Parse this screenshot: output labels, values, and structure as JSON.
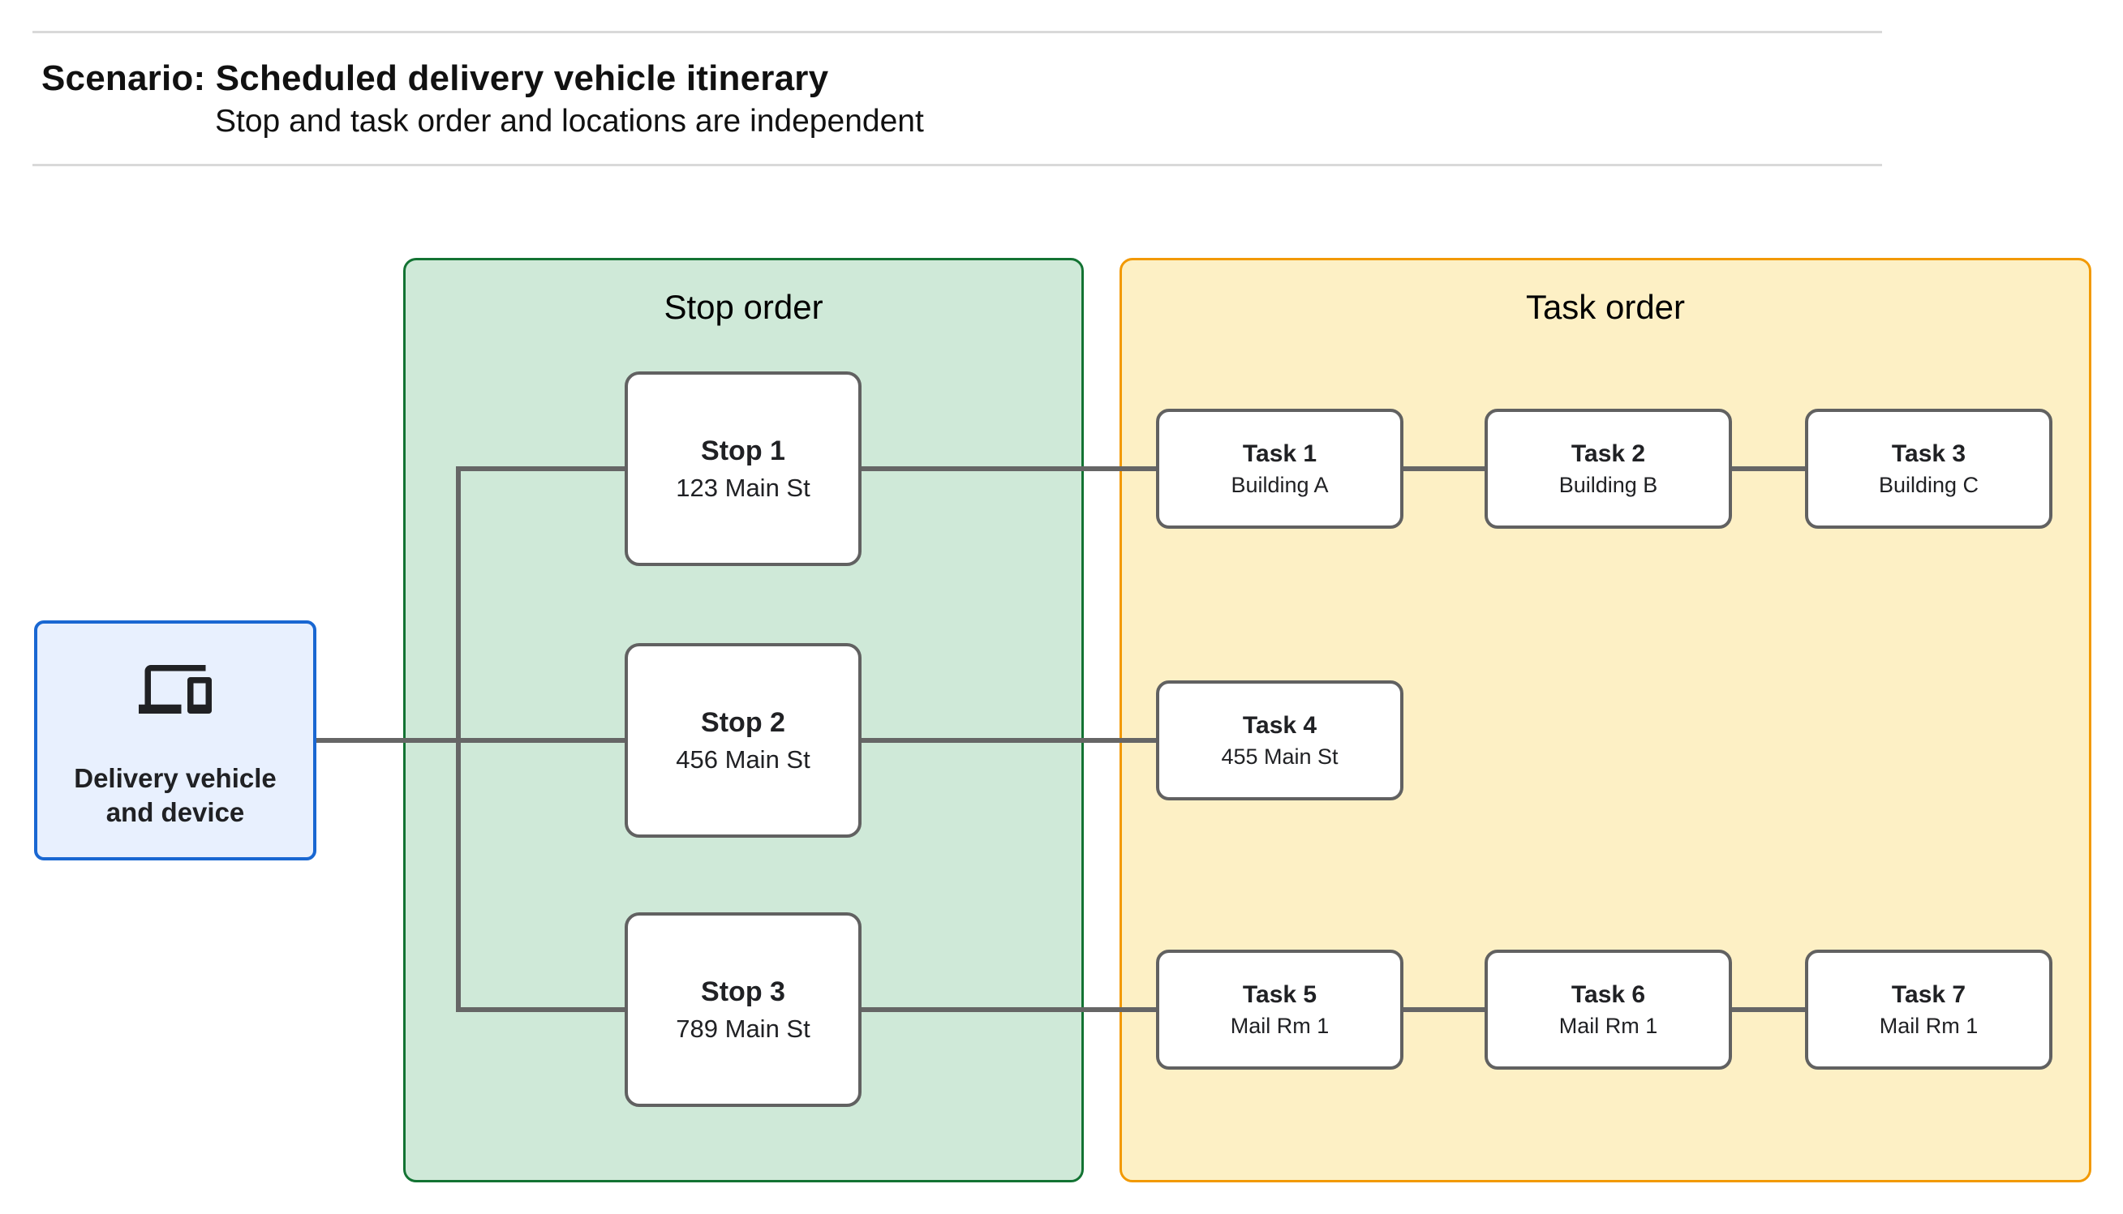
{
  "header": {
    "title": "Scenario: Scheduled delivery vehicle itinerary",
    "subtitle": "Stop and task order and locations are independent"
  },
  "delivery": {
    "label": "Delivery vehicle and device",
    "icon": "devices-icon"
  },
  "panels": {
    "stop_order": {
      "title": "Stop order"
    },
    "task_order": {
      "title": "Task order"
    }
  },
  "stops": [
    {
      "title": "Stop 1",
      "address": "123 Main St"
    },
    {
      "title": "Stop 2",
      "address": "456 Main St"
    },
    {
      "title": "Stop 3",
      "address": "789 Main St"
    }
  ],
  "tasks": [
    {
      "title": "Task 1",
      "location": "Building A"
    },
    {
      "title": "Task 2",
      "location": "Building B"
    },
    {
      "title": "Task 3",
      "location": "Building C"
    },
    {
      "title": "Task 4",
      "location": "455 Main St"
    },
    {
      "title": "Task 5",
      "location": "Mail Rm 1"
    },
    {
      "title": "Task 6",
      "location": "Mail Rm 1"
    },
    {
      "title": "Task 7",
      "location": "Mail Rm 1"
    }
  ],
  "colors": {
    "stop_panel_fill": "#cfe9d8",
    "stop_panel_border": "#137333",
    "task_panel_fill": "#fdf0c5",
    "task_panel_border": "#f29900",
    "delivery_fill": "#e8f0fe",
    "delivery_border": "#1967d2",
    "node_border": "#616161",
    "connector": "#666666",
    "divider": "#d9d9d9",
    "text": "#202124"
  }
}
